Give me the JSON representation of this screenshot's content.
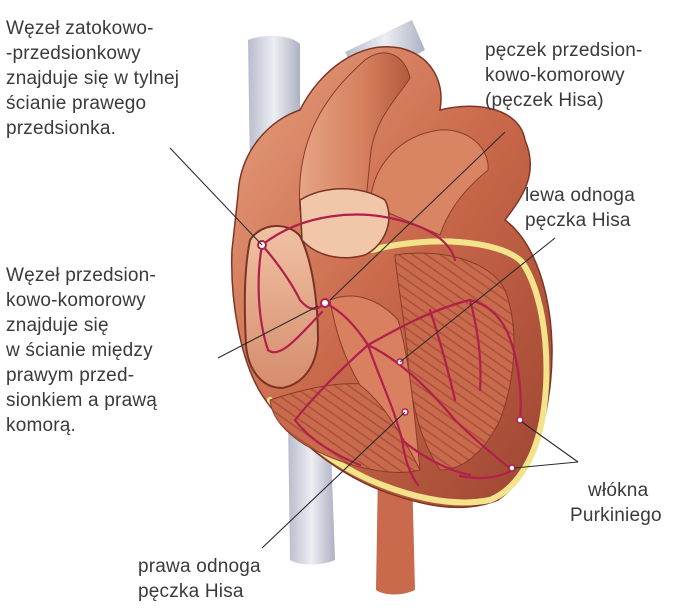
{
  "labels": {
    "sa_node": {
      "lines": [
        "Węzeł zatokowo-",
        "-przedsionkowy",
        "znajduje się w tylnej",
        "ścianie prawego",
        "przedsionka."
      ]
    },
    "bundle_his": {
      "lines": [
        "pęczek przedsion-",
        "kowo-komorowy",
        "(pęczek Hisa)"
      ]
    },
    "left_branch": {
      "lines": [
        "lewa odnoga",
        "pęczka Hisa"
      ]
    },
    "av_node": {
      "lines": [
        "Węzeł przedsion-",
        "kowo-komorowy",
        "znajduje się",
        "w ścianie między",
        "prawym przed-",
        "sionkiem a prawą",
        "komorą."
      ]
    },
    "purkinje": {
      "lines": [
        "włókna",
        "Purkiniego"
      ]
    },
    "right_branch": {
      "lines": [
        "prawa odnoga",
        "pęczka Hisa"
      ]
    }
  },
  "colors": {
    "conduction_path": "#b0204a",
    "leader_line": "#2b2b2b",
    "muscle": "#c8664a",
    "vessel": "#dcdde3",
    "fat": "#f1e39a"
  }
}
